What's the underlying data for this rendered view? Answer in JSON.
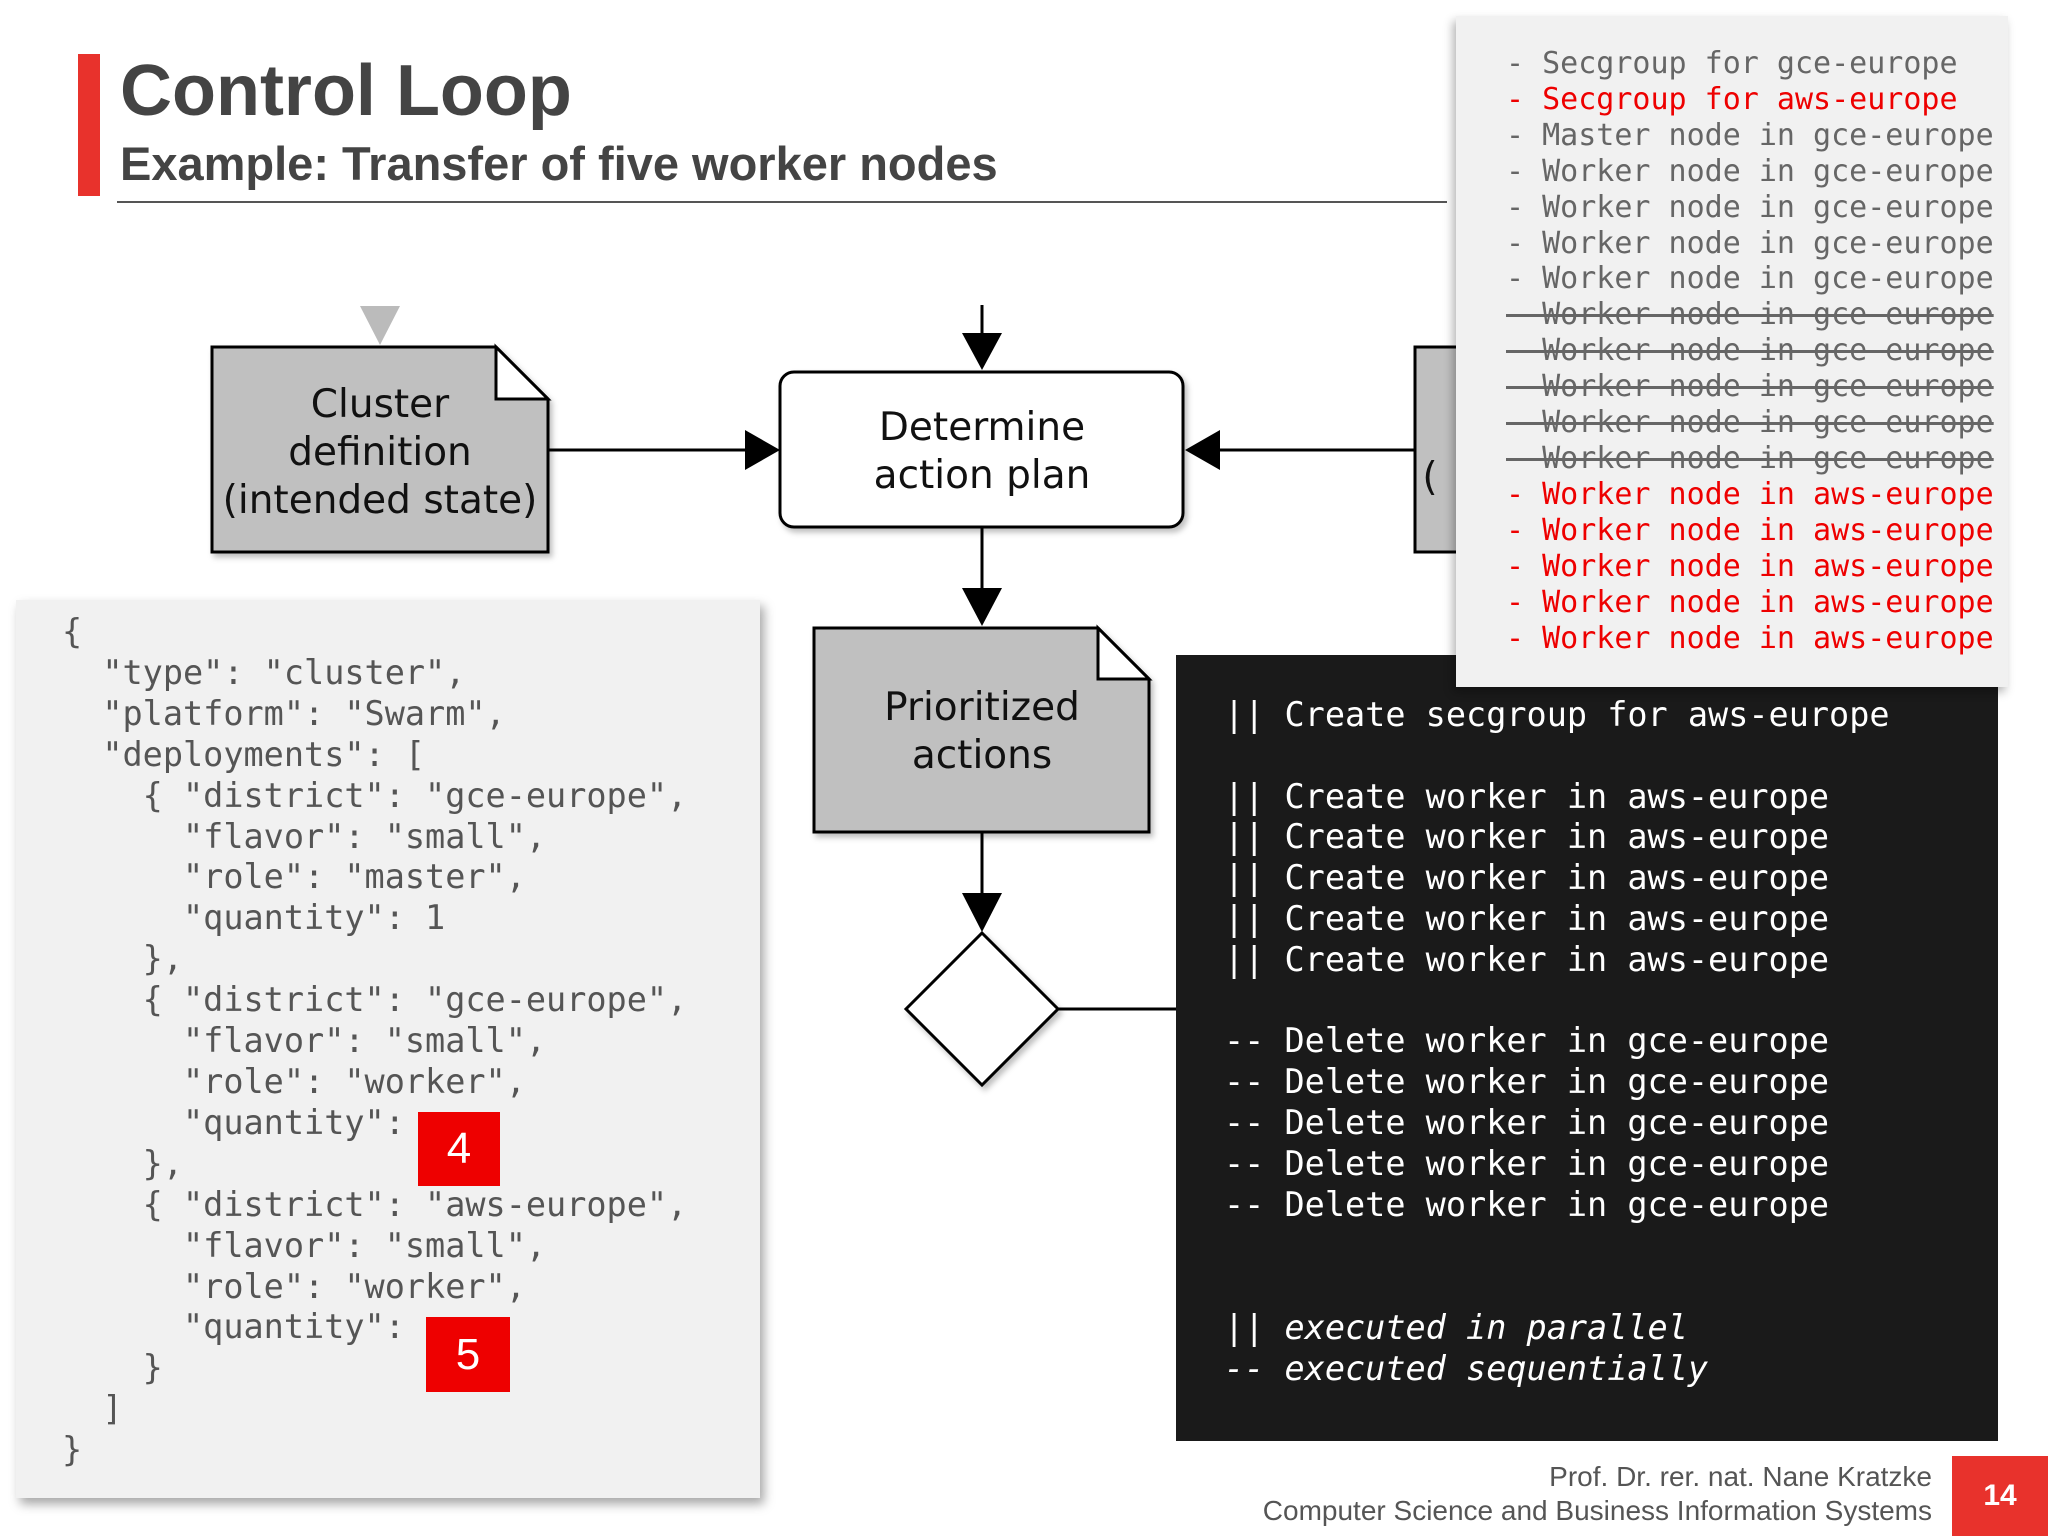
{
  "header": {
    "title": "Control Loop",
    "subtitle": "Example: Transfer of five worker nodes"
  },
  "diagram": {
    "cluster_definition": [
      "Cluster",
      "definition",
      "(intended state)"
    ],
    "determine_action_plan": [
      "Determine",
      "action plan"
    ],
    "prioritized_actions": [
      "Prioritized",
      "actions"
    ],
    "partial_node_char": "("
  },
  "json_panel": {
    "code_lines": [
      "{",
      "  \"type\": \"cluster\",",
      "  \"platform\": \"Swarm\",",
      "  \"deployments\": [",
      "    { \"district\": \"gce-europe\",",
      "      \"flavor\": \"small\",",
      "      \"role\": \"master\",",
      "      \"quantity\": 1",
      "    },",
      "    { \"district\": \"gce-europe\",",
      "      \"flavor\": \"small\",",
      "      \"role\": \"worker\",",
      "      \"quantity\":",
      "    },",
      "    { \"district\": \"aws-europe\",",
      "      \"flavor\": \"small\",",
      "      \"role\": \"worker\",",
      "      \"quantity\":",
      "    }",
      "  ]",
      "}"
    ],
    "gce_worker_quantity": "4",
    "aws_worker_quantity": "5"
  },
  "actions_panel": {
    "lines": [
      "|| Create secgroup for aws-europe",
      "",
      "|| Create worker in aws-europe",
      "|| Create worker in aws-europe",
      "|| Create worker in aws-europe",
      "|| Create worker in aws-europe",
      "|| Create worker in aws-europe",
      "",
      "-- Delete worker in gce-europe",
      "-- Delete worker in gce-europe",
      "-- Delete worker in gce-europe",
      "-- Delete worker in gce-europe",
      "-- Delete worker in gce-europe"
    ],
    "legend": [
      "|| executed in parallel",
      "-- executed sequentially"
    ]
  },
  "state_panel": {
    "items": [
      {
        "text": "- Secgroup for gce-europe",
        "style": "gray"
      },
      {
        "text": "- Secgroup for aws-europe",
        "style": "red"
      },
      {
        "text": "- Master node in gce-europe",
        "style": "gray"
      },
      {
        "text": "- Worker node in gce-europe",
        "style": "gray"
      },
      {
        "text": "- Worker node in gce-europe",
        "style": "gray"
      },
      {
        "text": "- Worker node in gce-europe",
        "style": "gray"
      },
      {
        "text": "- Worker node in gce-europe",
        "style": "gray"
      },
      {
        "text": "- Worker node in gce-europe",
        "style": "strike"
      },
      {
        "text": "- Worker node in gce-europe",
        "style": "strike"
      },
      {
        "text": "- Worker node in gce-europe",
        "style": "strike"
      },
      {
        "text": "- Worker node in gce-europe",
        "style": "strike"
      },
      {
        "text": "- Worker node in gce-europe",
        "style": "strike"
      },
      {
        "text": "- Worker node in aws-europe",
        "style": "red"
      },
      {
        "text": "- Worker node in aws-europe",
        "style": "red"
      },
      {
        "text": "- Worker node in aws-europe",
        "style": "red"
      },
      {
        "text": "- Worker node in aws-europe",
        "style": "red"
      },
      {
        "text": "- Worker node in aws-europe",
        "style": "red"
      }
    ]
  },
  "footer": {
    "author": "Prof. Dr. rer. nat. Nane Kratzke",
    "affiliation": "Computer Science and Business Information Systems",
    "page_number": "14"
  },
  "colors": {
    "accent": "#e8322c",
    "highlight_red": "#ee0000",
    "node_gray": "#c0c0c0",
    "dark_panel": "#1a1a1a",
    "light_panel": "#f1f1f1"
  }
}
